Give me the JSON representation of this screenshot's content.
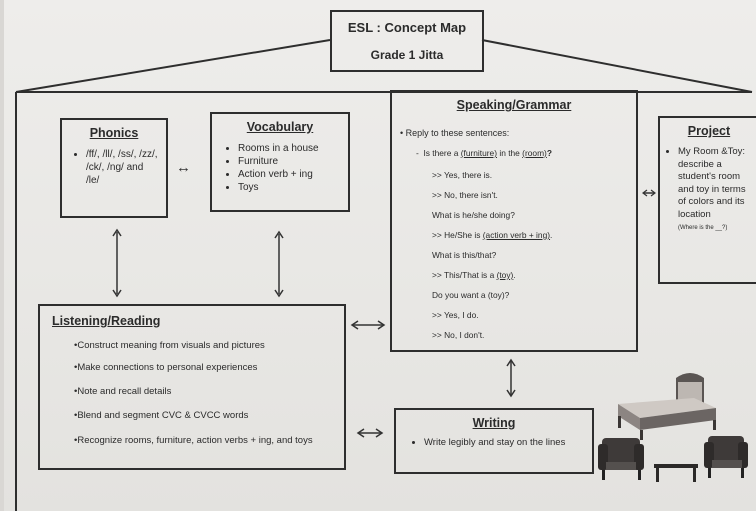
{
  "header": {
    "title": "ESL : Concept Map",
    "subtitle": "Grade 1 Jitta"
  },
  "phonics": {
    "title": "Phonics",
    "items": [
      "/ff/, /ll/, /ss/, /zz/, /ck/, /ng/ and /le/"
    ]
  },
  "vocabulary": {
    "title": "Vocabulary",
    "items": [
      "Rooms in a house",
      "Furniture",
      "Action verb + ing",
      "Toys"
    ]
  },
  "speaking": {
    "title": "Speaking/Grammar",
    "bullet": "Reply to these sentences:",
    "q1_pre": "Is there a ",
    "q1_u1": "(furniture)",
    "q1_mid": " in the ",
    "q1_u2": "(room)",
    "q1_end": "?",
    "a1": ">> Yes, there is.",
    "a2": ">> No, there isn't.",
    "q2": "What is he/she doing?",
    "a3_pre": ">> He/She is ",
    "a3_u": "(action verb + ing)",
    "a3_end": ".",
    "q3": "What is this/that?",
    "a4_pre": ">> This/That is a ",
    "a4_u": "(toy)",
    "a4_end": ".",
    "q4": "Do you want a (toy)?",
    "a5": ">> Yes, I do.",
    "a6": ">> No, I don't."
  },
  "project": {
    "title": "Project",
    "text": "My Room &Toy: describe a student's room and toy in terms of colors and its location",
    "note": "(Where is the __?)"
  },
  "listening": {
    "title": "Listening/Reading",
    "items": [
      "Construct meaning from visuals and pictures",
      "Make connections to personal experiences",
      "Note and recall details",
      "Blend and segment CVC & CVCC words",
      "Recognize rooms, furniture, action verbs + ing, and toys"
    ]
  },
  "writing": {
    "title": "Writing",
    "items": [
      "Write legibly and stay on the lines"
    ]
  },
  "colors": {
    "ink": "#2e2e2e",
    "paper": "#eceae7",
    "furniture": "#4a4a4a"
  }
}
